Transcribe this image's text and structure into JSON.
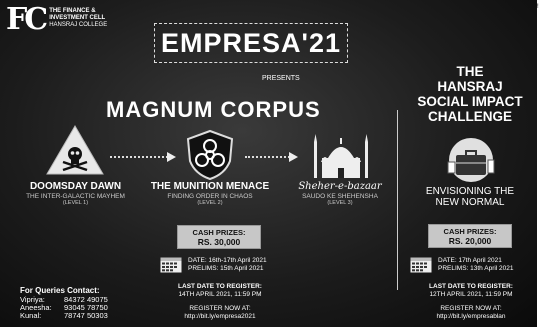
{
  "logo": {
    "mark": "FC",
    "line1": "THE FINANCE &",
    "line2": "INVESTMENT CELL",
    "line3": "HANSRAJ COLLEGE"
  },
  "event_title": "EMPRESA'21",
  "presents": "PRESENTS",
  "magnum": {
    "title": "MAGNUM CORPUS",
    "levels": [
      {
        "name": "DOOMSDAY DAWN",
        "tagline": "THE INTER-GALACTIC MAYHEM",
        "level": "(LEVEL 1)",
        "icon": "skull-crossbones-icon"
      },
      {
        "name": "THE MUNITION MENACE",
        "tagline": "FINDING ORDER IN CHAOS",
        "level": "(LEVEL 2)",
        "icon": "biohazard-shield-icon"
      },
      {
        "name": "Sheher-e-bazaar",
        "tagline": "SAUDO KE SHEHENSHA",
        "level": "(LEVEL 3)",
        "icon": "mosque-skyline-icon"
      }
    ],
    "cash_label": "CASH PRIZES:",
    "cash_value": "RS. 30,000",
    "date_line": "DATE: 16th-17th April 2021",
    "prelims_line": "PRELIMS: 15th April 2021",
    "last_date_label": "LAST DATE TO REGISTER:",
    "last_date_value": "14TH APRIL 2021, 11:59 PM",
    "register_label": "REGISTER NOW AT:",
    "register_url": "http://bit.ly/empresa2021"
  },
  "hsic": {
    "title_line1": "THE",
    "title_line2": "HANSRAJ",
    "title_line3": "SOCIAL IMPACT",
    "title_line4": "CHALLENGE",
    "icon": "briefcase-globe-icon",
    "subtitle_line1": "ENVISIONING THE",
    "subtitle_line2": "NEW NORMAL",
    "cash_label": "CASH PRIZES:",
    "cash_value": "RS. 20,000",
    "date_line": "DATE: 17th April 2021",
    "prelims_line": "PRELIMS: 13th April 2021",
    "last_date_label": "LAST DATE TO REGISTER:",
    "last_date_value": "12TH APRIL 2021, 11:59 PM",
    "register_label": "REGISTER NOW AT:",
    "register_url": "http://bit.ly/empresablan"
  },
  "queries": {
    "heading": "For Queries Contact:",
    "contacts": [
      {
        "name": "Vipriya:",
        "phone": "84372 49075"
      },
      {
        "name": "Aneesha:",
        "phone": "93045 78750"
      },
      {
        "name": "Kunal:",
        "phone": "78747 50303"
      }
    ]
  },
  "edge_mark": "!"
}
